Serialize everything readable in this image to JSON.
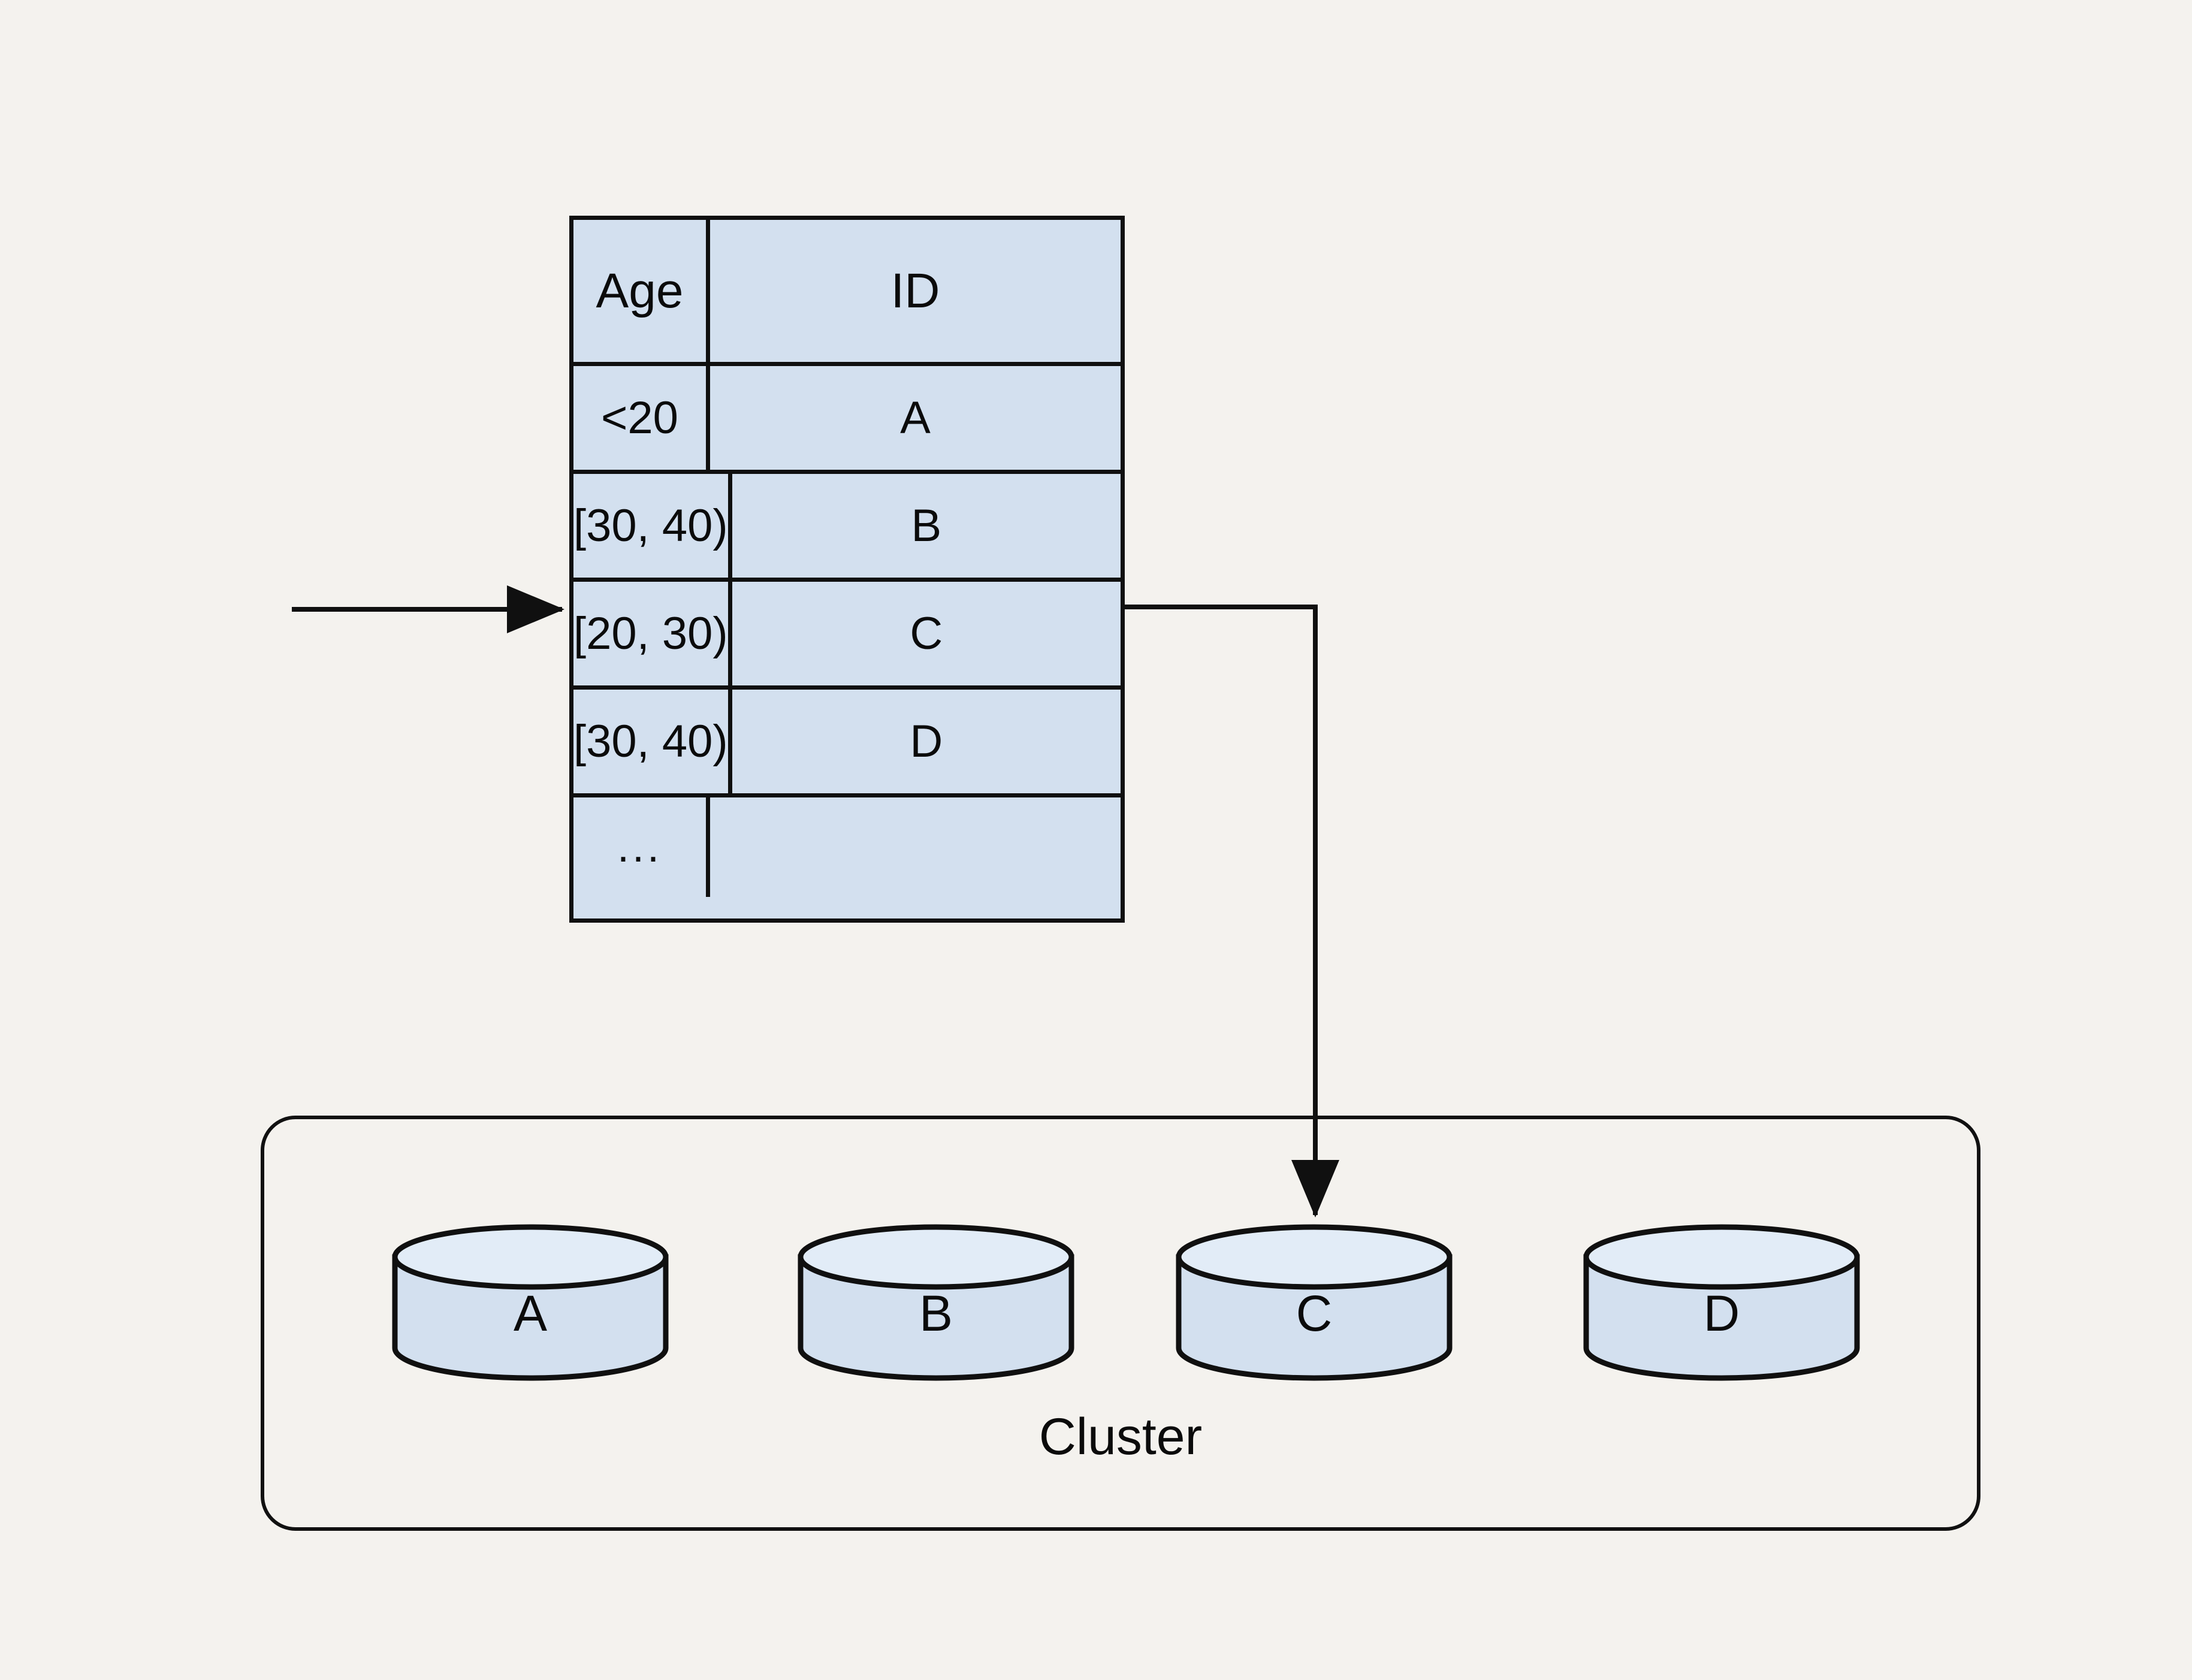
{
  "diagram": {
    "title_text": "",
    "colors": {
      "background": "#f4f2ee",
      "cell_fill": "#d3e0ef",
      "cylinder_fill": "#d3e0ef",
      "cylinder_top_fill": "#dfe9f5",
      "stroke": "#101010"
    }
  },
  "routing_table": {
    "columns": [
      "Age",
      "ID"
    ],
    "rows": [
      {
        "age": "<20",
        "id": "A"
      },
      {
        "age": "[30, 40)",
        "id": "B"
      },
      {
        "age": "[20, 30)",
        "id": "C"
      },
      {
        "age": "[30, 40)",
        "id": "D"
      },
      {
        "age": "...",
        "id": ""
      }
    ]
  },
  "cluster": {
    "label": "Cluster",
    "nodes": [
      {
        "label": "A"
      },
      {
        "label": "B"
      },
      {
        "label": "C"
      },
      {
        "label": "D"
      }
    ]
  },
  "connectors": {
    "incoming_query": {
      "label": ""
    },
    "route_to_node": {
      "from_row": "[20, 30)",
      "to_node": "C",
      "label": ""
    }
  }
}
